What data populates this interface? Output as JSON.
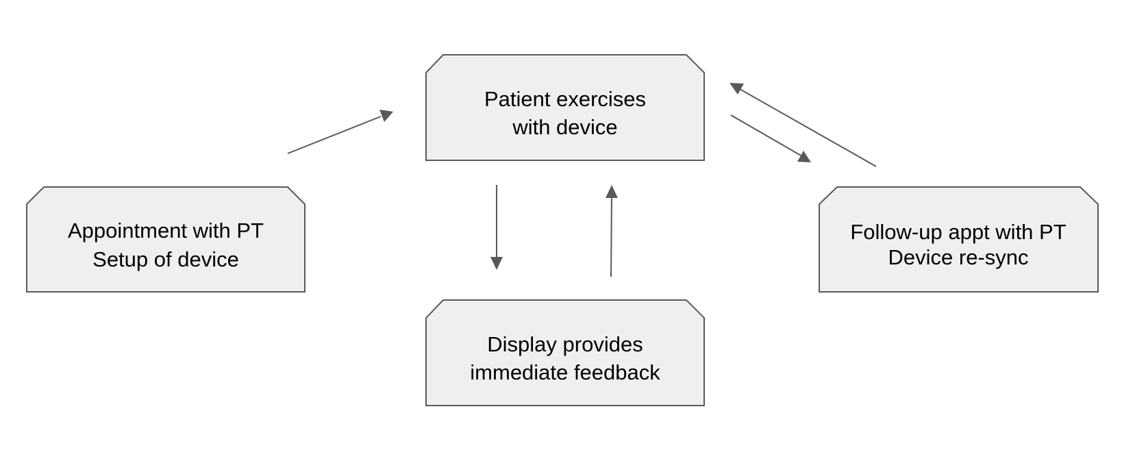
{
  "nodes": [
    {
      "id": "patient-exercises",
      "lines": [
        "Patient exercises",
        "with device"
      ]
    },
    {
      "id": "appointment-setup",
      "lines": [
        "Appointment with PT",
        "Setup of device"
      ]
    },
    {
      "id": "display-feedback",
      "lines": [
        "Display provides",
        "immediate feedback"
      ]
    },
    {
      "id": "follow-up",
      "lines": [
        "Follow-up appt with PT",
        "Device re-sync"
      ]
    }
  ],
  "edges": [
    {
      "from": "appointment-setup",
      "to": "patient-exercises"
    },
    {
      "from": "patient-exercises",
      "to": "display-feedback"
    },
    {
      "from": "display-feedback",
      "to": "patient-exercises"
    },
    {
      "from": "patient-exercises",
      "to": "follow-up"
    },
    {
      "from": "follow-up",
      "to": "patient-exercises"
    }
  ],
  "colors": {
    "node_fill": "#efefef",
    "stroke": "#595959",
    "text": "#000000"
  }
}
